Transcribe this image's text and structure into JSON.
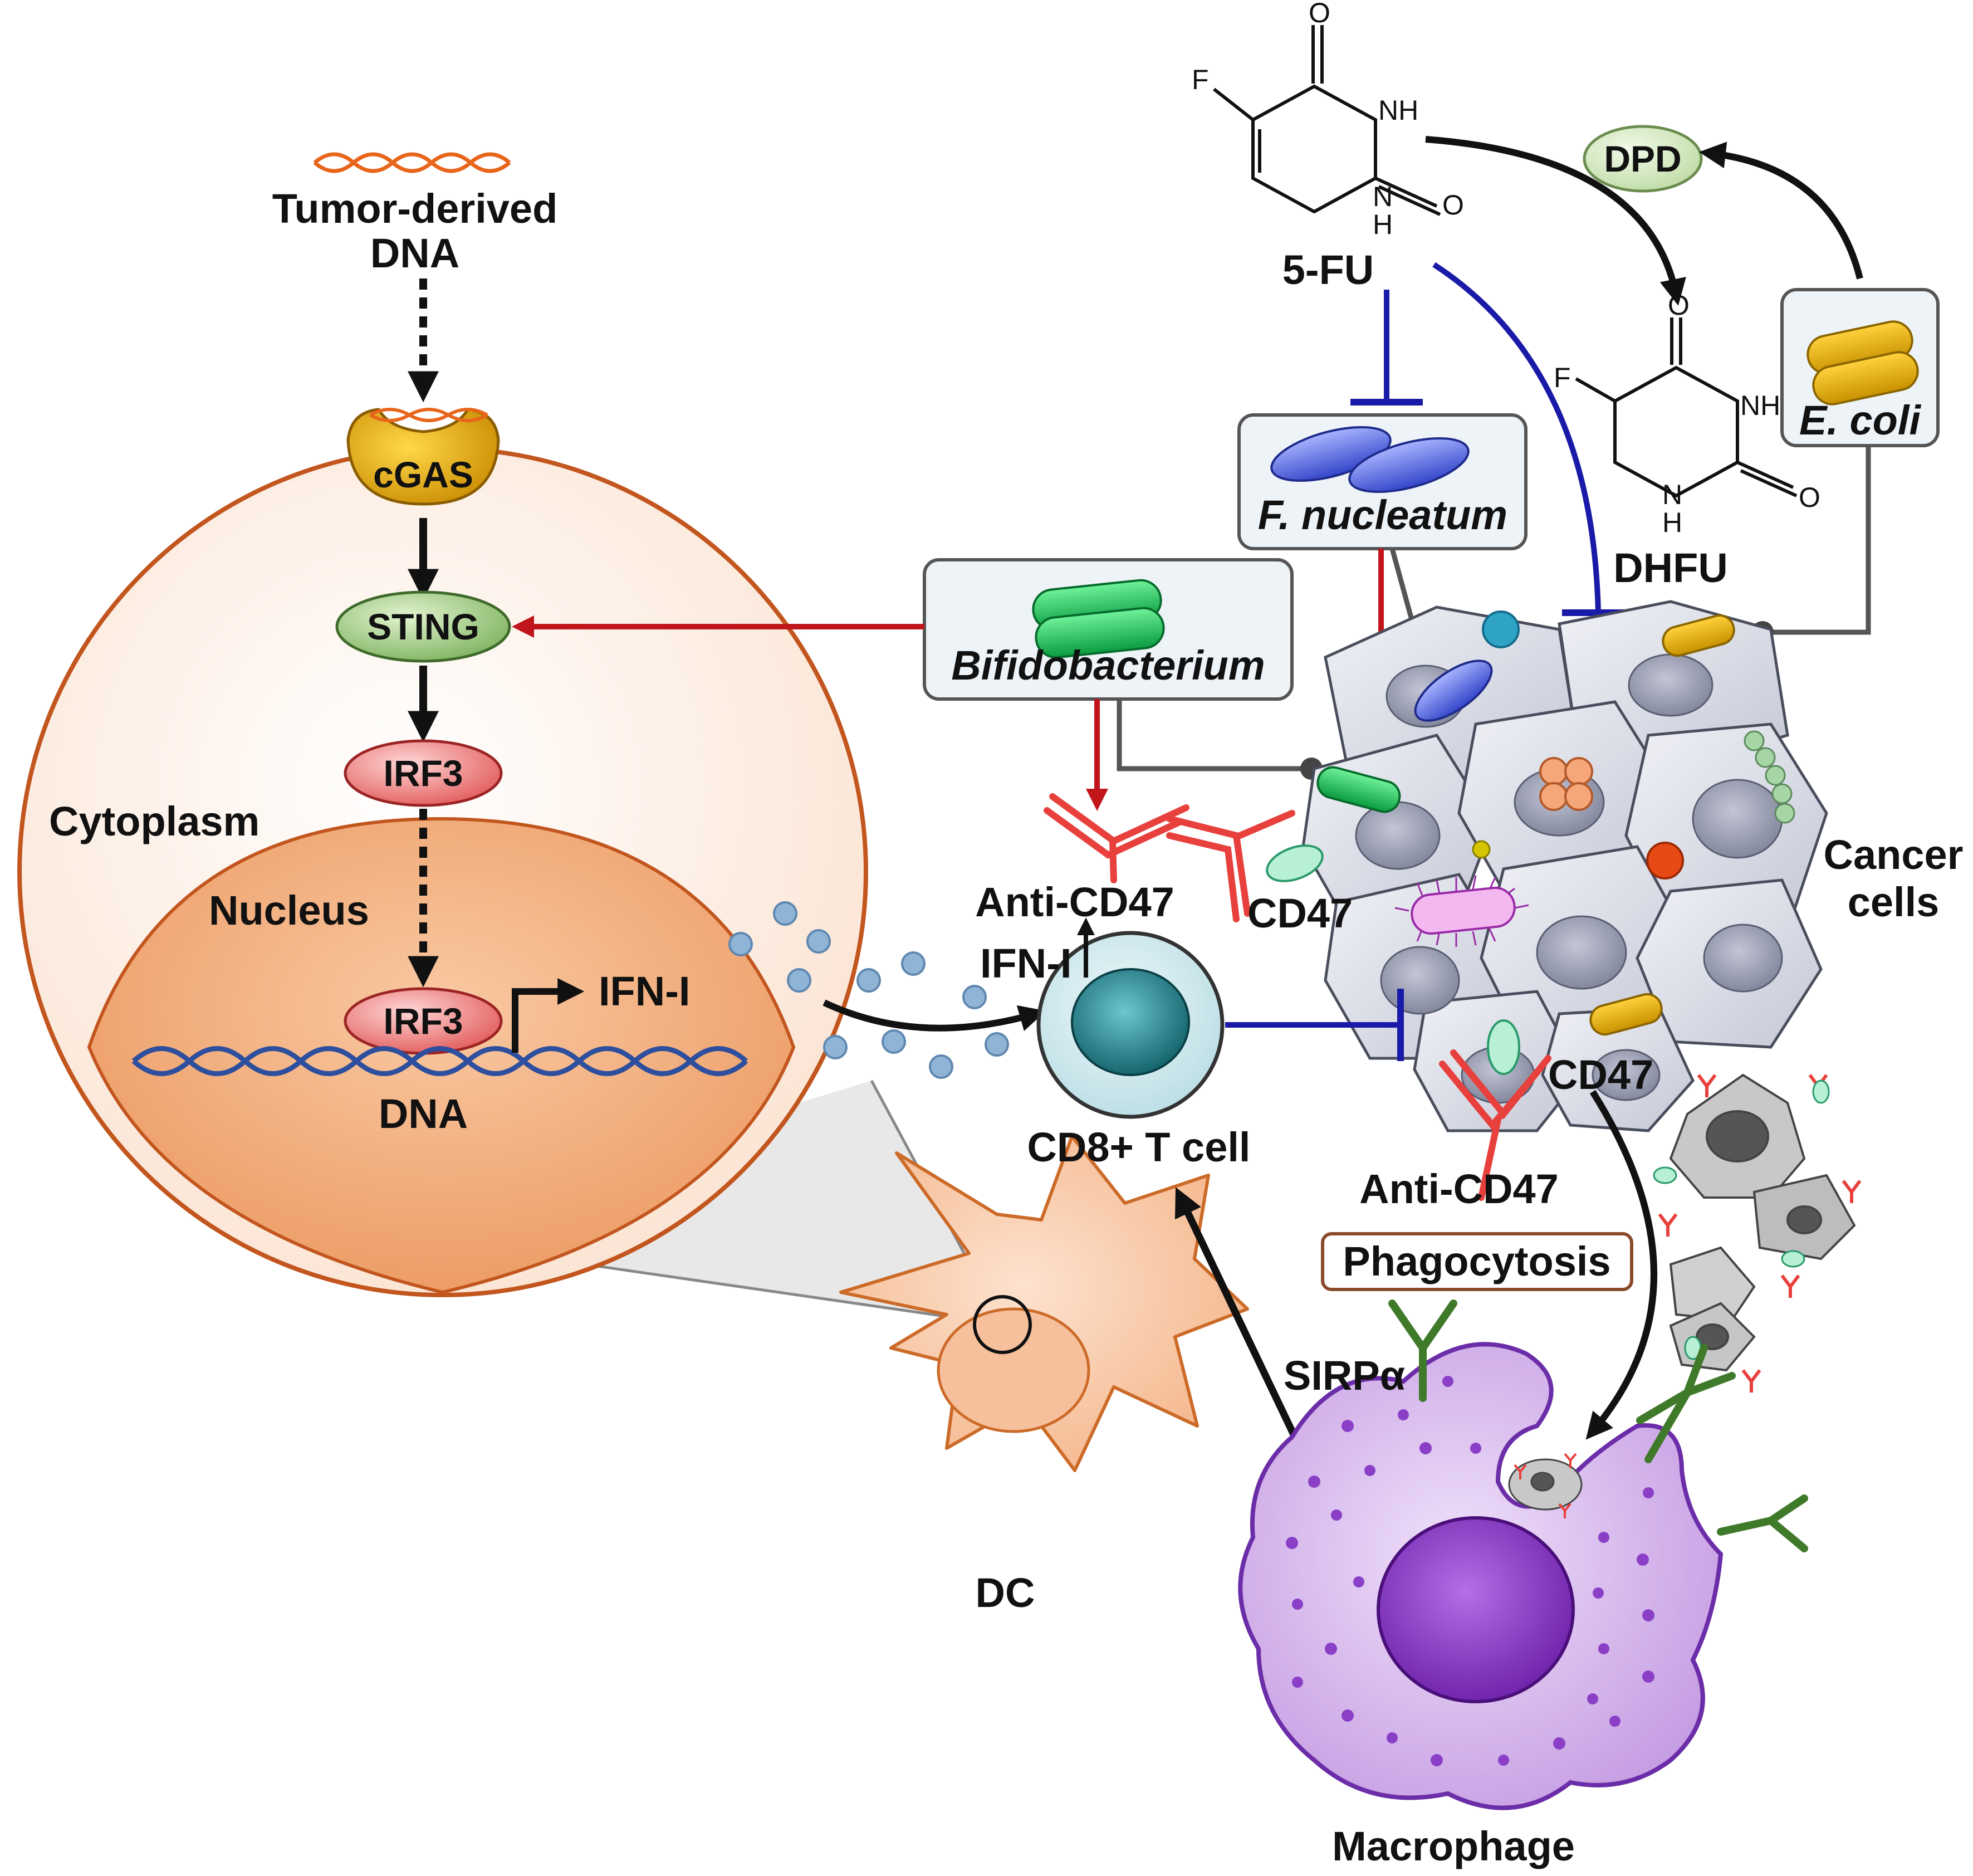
{
  "labels": {
    "tumor_dna_1": "Tumor-derived",
    "tumor_dna_2": "DNA",
    "cgas": "cGAS",
    "sting": "STING",
    "irf3_cyto": "IRF3",
    "irf3_nuc": "IRF3",
    "cytoplasm": "Cytoplasm",
    "nucleus": "Nucleus",
    "ifn_nuc": "IFN-I",
    "dna_nuc": "DNA",
    "fu5": "5-FU",
    "dpd": "DPD",
    "dhfu": "DHFU",
    "f_nucleatum": "F. nucleatum",
    "e_coli": "E. coli",
    "bifidobacterium": "Bifidobacterium",
    "anti_cd47_top": "Anti-CD47",
    "cd47_top": "CD47",
    "ifn_t": "IFN-I",
    "cd8_t_cell": "CD8+ T cell",
    "cancer_cells_1": "Cancer",
    "cancer_cells_2": "cells",
    "cd47_bottom": "CD47",
    "anti_cd47_bottom": "Anti-CD47",
    "phagocytosis": "Phagocytosis",
    "sirpa": "SIRPα",
    "dc": "DC",
    "macrophage": "Macrophage"
  },
  "chem": {
    "fu_o_top": "O",
    "fu_f": "F",
    "fu_nh_right": "NH",
    "fu_o_right": "O",
    "fu_n_bottom": "N",
    "fu_h_bottom": "H",
    "dh_o_top": "O",
    "dh_f": "F",
    "dh_nh_right": "NH",
    "dh_o_right": "O",
    "dh_n_bottom": "N",
    "dh_h_bottom": "H"
  },
  "colors": {
    "activation": "#c0161b",
    "inhibition": "#1a1aa8",
    "association": "#555555",
    "dc_orange": "#f3b183",
    "macrophage_purple": "#c69ae2",
    "cancer_gray": "#d6d9e3"
  }
}
